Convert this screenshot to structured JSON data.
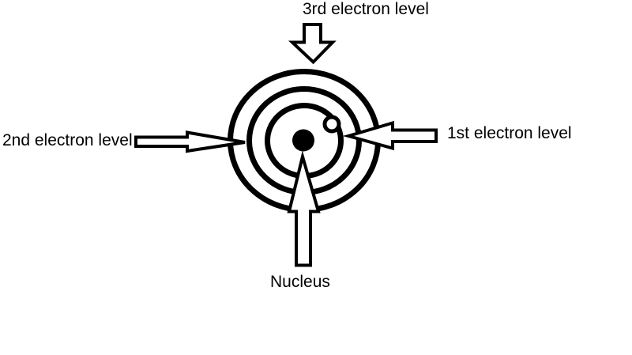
{
  "colors": {
    "background": "#ffffff",
    "ink": "#000000",
    "arrow_fill": "#ffffff"
  },
  "diagram": {
    "type": "atom-electron-levels",
    "labels": {
      "third_level": "3rd electron level",
      "second_level": "2nd electron level",
      "first_level": "1st electron level",
      "nucleus": "Nucleus"
    },
    "structure": {
      "orbit_count": 3,
      "electron_count": 1,
      "nucleus_count": 1
    }
  }
}
